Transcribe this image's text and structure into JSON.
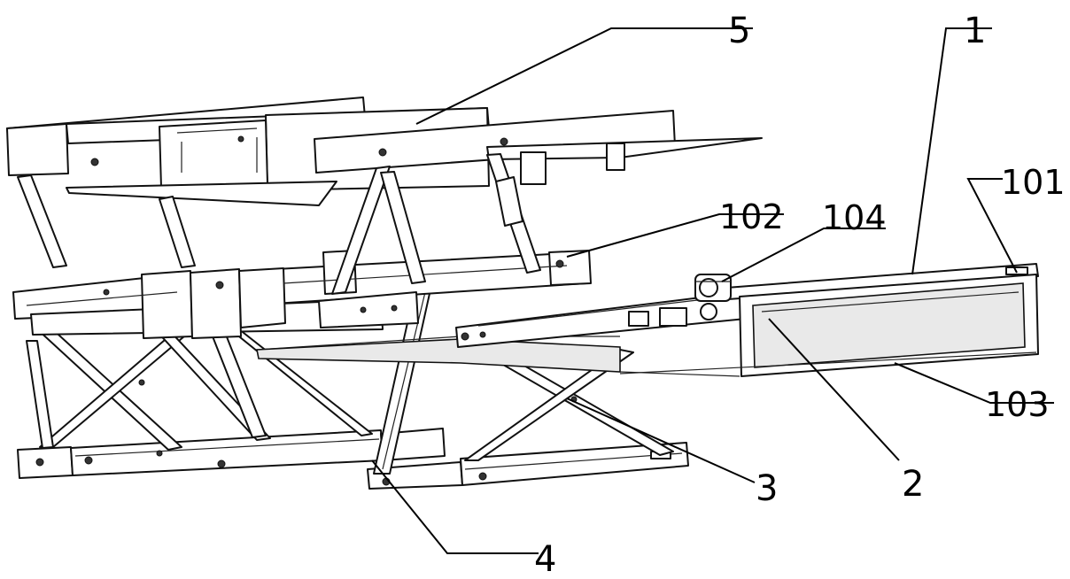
{
  "callouts": [
    {
      "id": "1",
      "label": "1"
    },
    {
      "id": "2",
      "label": "2"
    },
    {
      "id": "3",
      "label": "3"
    },
    {
      "id": "4",
      "label": "4"
    },
    {
      "id": "5",
      "label": "5"
    },
    {
      "id": "101",
      "label": "101"
    },
    {
      "id": "102",
      "label": "102"
    },
    {
      "id": "103",
      "label": "103"
    },
    {
      "id": "104",
      "label": "104"
    }
  ]
}
